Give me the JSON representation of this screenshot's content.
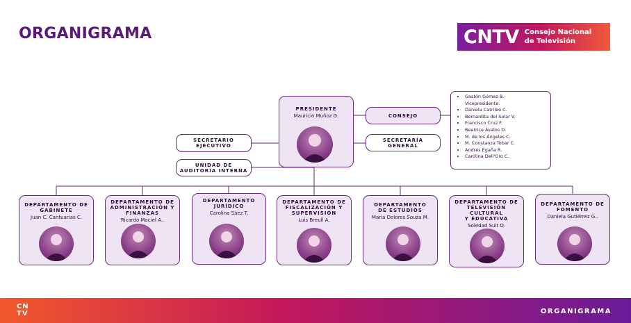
{
  "page": {
    "title": "ORGANIGRAMA"
  },
  "logo": {
    "mark": "CNTV",
    "line1": "Consejo Nacional",
    "line2": "de Televisión"
  },
  "president": {
    "label": "PRESIDENTE",
    "name": "Mauricio Muñoz G."
  },
  "consejo": {
    "label": "CONSEJO"
  },
  "secretaria": {
    "label1": "SECRETARÍA",
    "label2": "GENERAL"
  },
  "secretario": {
    "label1": "SECRETARIO",
    "label2": "EJECUTIVO"
  },
  "auditoria": {
    "label1": "UNIDAD DE",
    "label2": "AUDITORÍA INTERNA"
  },
  "members": [
    "Gastón Gómez B.-",
    "Vicepresidente.",
    "Daniela Catrileo C.",
    "Bernardita del Solar V.",
    "Francisco Cruz F.",
    "Beatrice Ávalos D.",
    "M. de los Ángeles C.",
    "M. Constanza Tobar C.",
    "Andrés Egaña R.",
    "Carolina Dell'Oro C."
  ],
  "departments": [
    {
      "label1": "DEPARTAMENTO DE",
      "label2": "GABINETE",
      "label3": "",
      "name": "Juan C. Cantuarias C."
    },
    {
      "label1": "DEPARTAMENTO DE",
      "label2": "ADMINISTRACIÓN Y",
      "label3": "FINANZAS",
      "name": "Ricardo Maciel A.."
    },
    {
      "label1": "DEPARTAMENTO",
      "label2": "JURÍDICO",
      "label3": "",
      "name": "Carolina Sáez T."
    },
    {
      "label1": "DEPARTAMENTO DE",
      "label2": "FISCALIZACIÓN Y",
      "label3": "SUPERVISIÓN",
      "name": "Luis Breull A."
    },
    {
      "label1": "DEPARTAMENTO",
      "label2": "DE ESTUDIOS",
      "label3": "",
      "name": "María Dolores Souza M."
    },
    {
      "label1": "DEPARTAMENTO DE",
      "label2": "TELEVISIÓN CULTURAL",
      "label3": "Y EDUCATIVA",
      "name": "Soledad Suit O."
    },
    {
      "label1": "DEPARTAMENTO DE",
      "label2": "FOMENTO",
      "label3": "",
      "name": "Daniela Gutiérrez G.."
    }
  ],
  "footer": {
    "logo_top": "CN",
    "logo_bottom": "TV",
    "title": "ORGANIGRAMA"
  },
  "colors": {
    "primary": "#5a1a78",
    "box_fill": "#efe4f4",
    "border": "#6a2a85"
  }
}
